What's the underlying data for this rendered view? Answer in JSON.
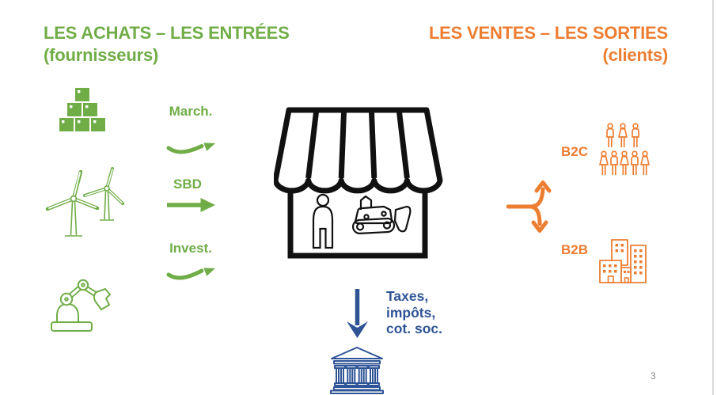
{
  "slide": {
    "page_number": "3"
  },
  "colors": {
    "green": "#70AD47",
    "orange": "#ED7D31",
    "blue": "#2F5496",
    "shop_outline": "#111111",
    "page_number_gray": "#8a8a8a",
    "edge_line_gray": "#d9d9d9"
  },
  "left_section": {
    "title": "LES ACHATS – LES ENTRÉES",
    "subtitle": "(fournisseurs)",
    "flows": [
      {
        "label": "March.",
        "icon": "merchandise-boxes-icon",
        "arrow": "curved-right-arrow"
      },
      {
        "label": "SBD",
        "icon": "wind-turbines-icon",
        "arrow": "straight-right-arrow"
      },
      {
        "label": "Invest.",
        "icon": "robot-arm-icon",
        "arrow": "curved-right-arrow"
      }
    ]
  },
  "center": {
    "shop_icon": "storefront-icon",
    "inner_icons": [
      "person-icon",
      "bulldozer-icon"
    ]
  },
  "taxes_flow": {
    "arrow_icon": "down-arrow-icon",
    "lines": [
      "Taxes,",
      "impôts,",
      "cot. soc."
    ],
    "bank_icon": "bank-building-icon"
  },
  "right_section": {
    "title": "LES VENTES – LES SORTIES",
    "subtitle": "(clients)",
    "split_arrow_icon": "split-up-down-arrow-icon",
    "segments": [
      {
        "label": "B2C",
        "icon": "consumers-people-icon"
      },
      {
        "label": "B2B",
        "icon": "office-buildings-icon"
      }
    ]
  }
}
